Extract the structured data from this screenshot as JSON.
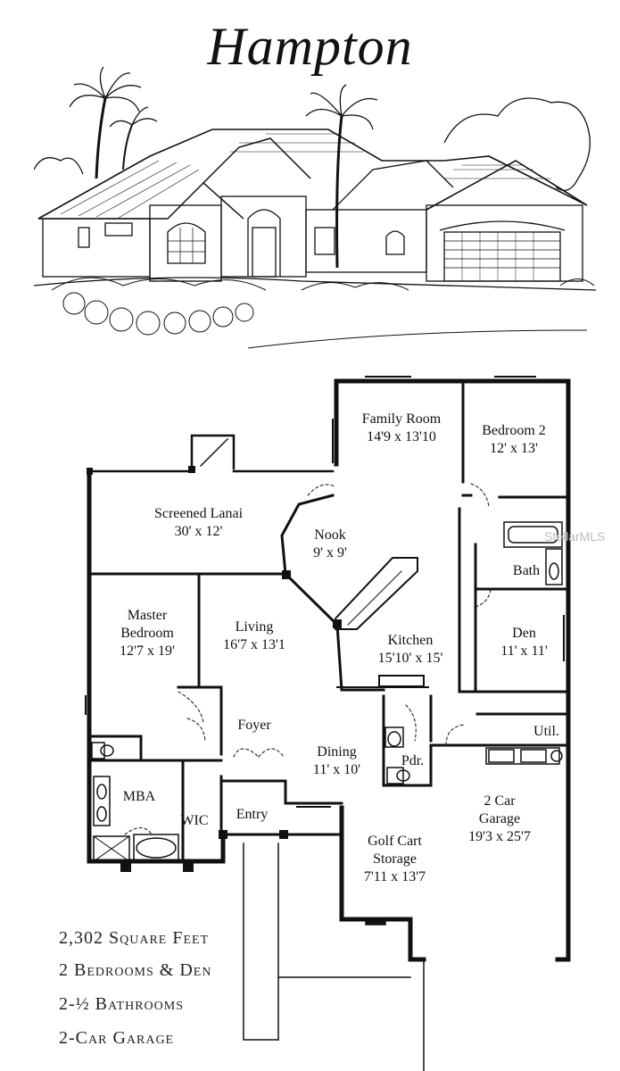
{
  "title": "Hampton",
  "rooms": {
    "family_room": {
      "name": "Family Room",
      "dims": "14'9 x 13'10"
    },
    "bedroom2": {
      "name": "Bedroom 2",
      "dims": "12' x 13'"
    },
    "screened_lanai": {
      "name": "Screened Lanai",
      "dims": "30' x 12'"
    },
    "nook": {
      "name": "Nook",
      "dims": "9' x 9'"
    },
    "bath": {
      "name": "Bath"
    },
    "master_bedroom": {
      "name1": "Master",
      "name2": "Bedroom",
      "dims": "12'7 x 19'"
    },
    "living": {
      "name": "Living",
      "dims": "16'7 x 13'1"
    },
    "kitchen": {
      "name": "Kitchen",
      "dims": "15'10' x 15'"
    },
    "den": {
      "name": "Den",
      "dims": "11' x 11'"
    },
    "foyer": {
      "name": "Foyer"
    },
    "util": {
      "name": "Util."
    },
    "dining": {
      "name": "Dining",
      "dims": "11' x 10'"
    },
    "pdr": {
      "name": "Pdr."
    },
    "mba": {
      "name": "MBA"
    },
    "wic": {
      "name": "WIC"
    },
    "entry": {
      "name": "Entry"
    },
    "garage": {
      "name1": "2 Car",
      "name2": "Garage",
      "dims": "19'3 x 25'7"
    },
    "golf_cart": {
      "name1": "Golf Cart",
      "name2": "Storage",
      "dims": "7'11 x 13'7"
    }
  },
  "features": [
    "2,302 Square Feet",
    "2 Bedrooms & Den",
    "2-½ Bathrooms",
    "2-Car Garage"
  ],
  "watermark": "StellarMLS"
}
